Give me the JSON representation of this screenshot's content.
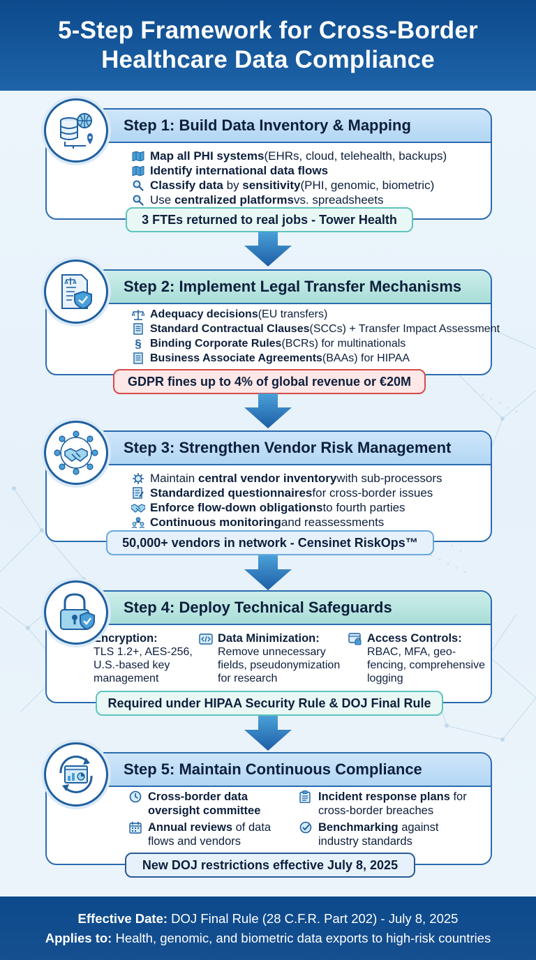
{
  "header": {
    "title_line1": "5-Step Framework for Cross-Border",
    "title_line2": "Healthcare Data Compliance"
  },
  "steps": [
    {
      "title": "Step 1: Build Data Inventory & Mapping",
      "items": [
        {
          "bold": "Map all PHI systems",
          "rest": " (EHRs, cloud, telehealth, backups)",
          "icon": "map-icon"
        },
        {
          "bold": "Identify international data flows",
          "rest": "",
          "icon": "map-icon"
        },
        {
          "bold": "Classify data",
          "mid": " by ",
          "bold2": "sensitivity",
          "rest": " (PHI, genomic, biometric)",
          "icon": "magnifier-icon"
        },
        {
          "pre": "Use ",
          "bold": "centralized platforms",
          "rest": " vs. spreadsheets",
          "icon": "magnifier-icon"
        }
      ],
      "callout": "3 FTEs returned to real jobs - Tower Health"
    },
    {
      "title": "Step 2: Implement Legal Transfer Mechanisms",
      "items": [
        {
          "bold": "Adequacy decisions",
          "rest": " (EU transfers)",
          "icon": "scales-icon"
        },
        {
          "bold": "Standard Contractual Clauses",
          "rest": " (SCCs) + Transfer Impact Assessment",
          "icon": "document-icon"
        },
        {
          "bold": "Binding Corporate Rules",
          "rest": " (BCRs) for multinationals",
          "icon": "section-icon"
        },
        {
          "bold": "Business Associate Agreements",
          "rest": " (BAAs) for HIPAA",
          "icon": "document-icon"
        }
      ],
      "callout": "GDPR fines up to 4% of global revenue or €20M"
    },
    {
      "title": "Step 3: Strengthen Vendor Risk Management",
      "items": [
        {
          "pre": "Maintain ",
          "bold": "central vendor inventory",
          "rest": " with sub-processors",
          "icon": "gear-icon"
        },
        {
          "bold": "Standardized questionnaires",
          "rest": " for cross-border issues",
          "icon": "checklist-icon"
        },
        {
          "bold": "Enforce flow-down obligations",
          "rest": " to fourth parties",
          "icon": "handshake-icon"
        },
        {
          "bold": "Continuous monitoring",
          "rest": " and reassessments",
          "icon": "people-icon"
        }
      ],
      "callout": "50,000+ vendors in network - Censinet RiskOps™"
    },
    {
      "title": "Step 4: Deploy Technical Safeguards",
      "columns": [
        {
          "heading": "Encryption:",
          "line1": "TLS 1.2+, AES-256,",
          "line2": "U.S.-based key",
          "line3": "management",
          "icon": "lock-icon"
        },
        {
          "heading": "Data Minimization:",
          "line1": "Remove unnecessary",
          "line2": "fields, pseudonymization",
          "line3": "for research",
          "icon": "code-icon"
        },
        {
          "heading": "Access Controls:",
          "line1": "RBAC, MFA, geo-",
          "line2": "fencing, comprehensive",
          "line3": "logging",
          "icon": "browser-lock-icon"
        }
      ],
      "callout": "Required under HIPAA Security Rule & DOJ Final Rule"
    },
    {
      "title": "Step 5: Maintain Continuous Compliance",
      "grid": [
        {
          "bold1": "Cross-border data",
          "bold2": "oversight committee",
          "rest2": "",
          "icon": "clock-icon"
        },
        {
          "bold1": "Incident response plans",
          "rest1": " for",
          "line2": "cross-border breaches",
          "icon": "clipboard-icon"
        },
        {
          "bold1": "Annual reviews",
          "rest1": " of data",
          "line2": "flows and vendors",
          "icon": "calendar-icon"
        },
        {
          "bold1": "Benchmarking",
          "rest1": " against",
          "line2": "industry standards",
          "icon": "check-icon"
        }
      ],
      "callout": "New DOJ restrictions effective July 8, 2025"
    }
  ],
  "footer": {
    "line1_label": "Effective Date:",
    "line1_text": " DOJ Final Rule (28 C.F.R. Part 202) - July 8, 2025",
    "line2_label": "Applies to:",
    "line2_text": " Health, genomic, and biometric data exports to high-risk countries"
  },
  "colors": {
    "header_bg": "#0c4a8c",
    "card_border": "#2a6bb0",
    "blue_bar": "#b2d6f4",
    "teal_bar": "#a9ddd8",
    "callout_teal": "#5ec4bb",
    "callout_red": "#d94a4a",
    "callout_blue": "#6aa8de"
  }
}
